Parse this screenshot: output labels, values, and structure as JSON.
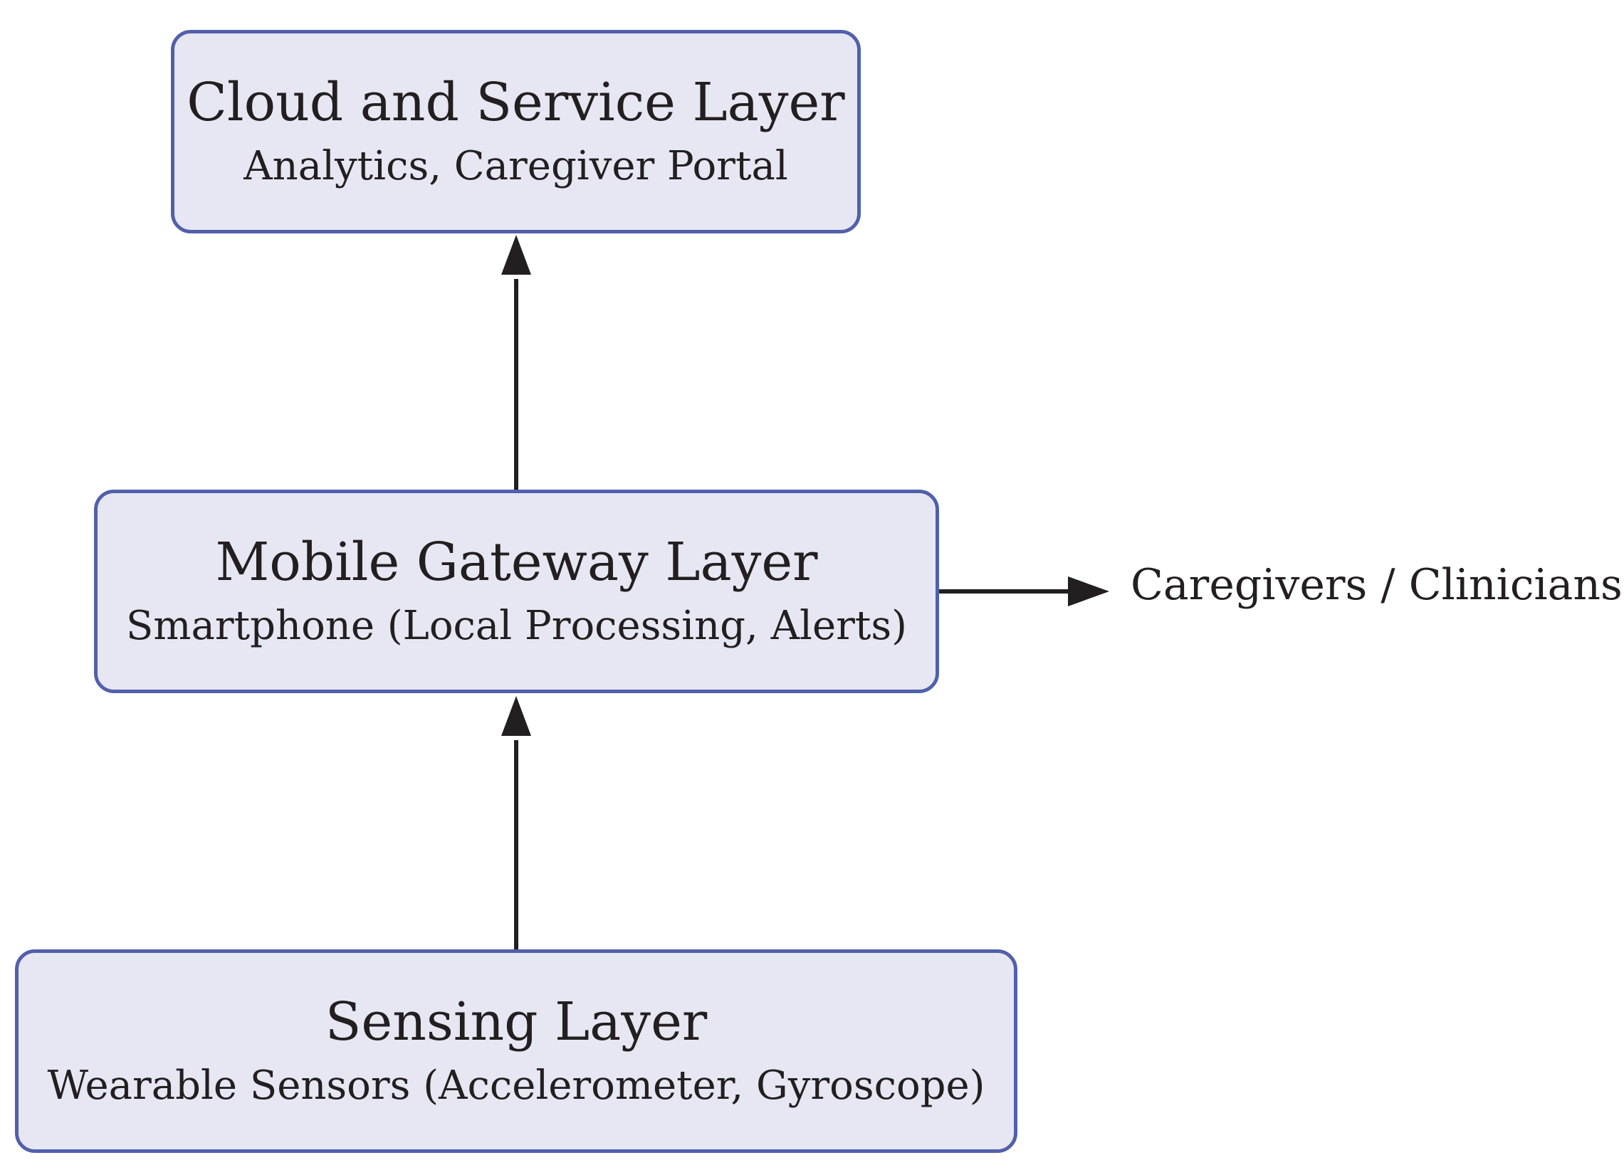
{
  "layers": {
    "cloud": {
      "title": "Cloud and Service Layer",
      "subtitle": "Analytics, Caregiver Portal"
    },
    "gateway": {
      "title": "Mobile Gateway Layer",
      "subtitle": "Smartphone (Local Processing, Alerts)"
    },
    "sensing": {
      "title": "Sensing Layer",
      "subtitle": "Wearable Sensors (Accelerometer, Gyroscope)"
    }
  },
  "external": {
    "label": "Caregivers / Clinicians"
  },
  "colors": {
    "box_fill": "#e7e7f3",
    "box_border": "#5260ab",
    "arrow": "#231f20",
    "text": "#231f20"
  }
}
